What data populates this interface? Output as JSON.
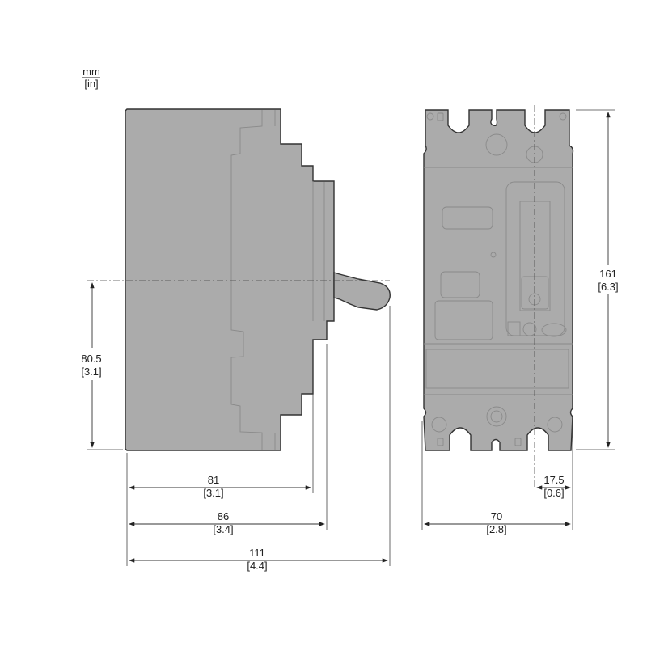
{
  "units": {
    "primary": "mm",
    "secondary": "[in]"
  },
  "colors": {
    "body": "#ababab",
    "outline": "#333333",
    "line": "#333333"
  },
  "dimensions": {
    "handle_height": {
      "mm": "80.5",
      "in": "[3.1]"
    },
    "depth_body": {
      "mm": "81",
      "in": "[3.1]"
    },
    "depth_escutcheon": {
      "mm": "86",
      "in": "[3.4]"
    },
    "depth_handle": {
      "mm": "111",
      "in": "[4.4]"
    },
    "width": {
      "mm": "70",
      "in": "[2.8]"
    },
    "handle_offset": {
      "mm": "17.5",
      "in": "[0.6]"
    },
    "height": {
      "mm": "161",
      "in": "[6.3]"
    }
  }
}
